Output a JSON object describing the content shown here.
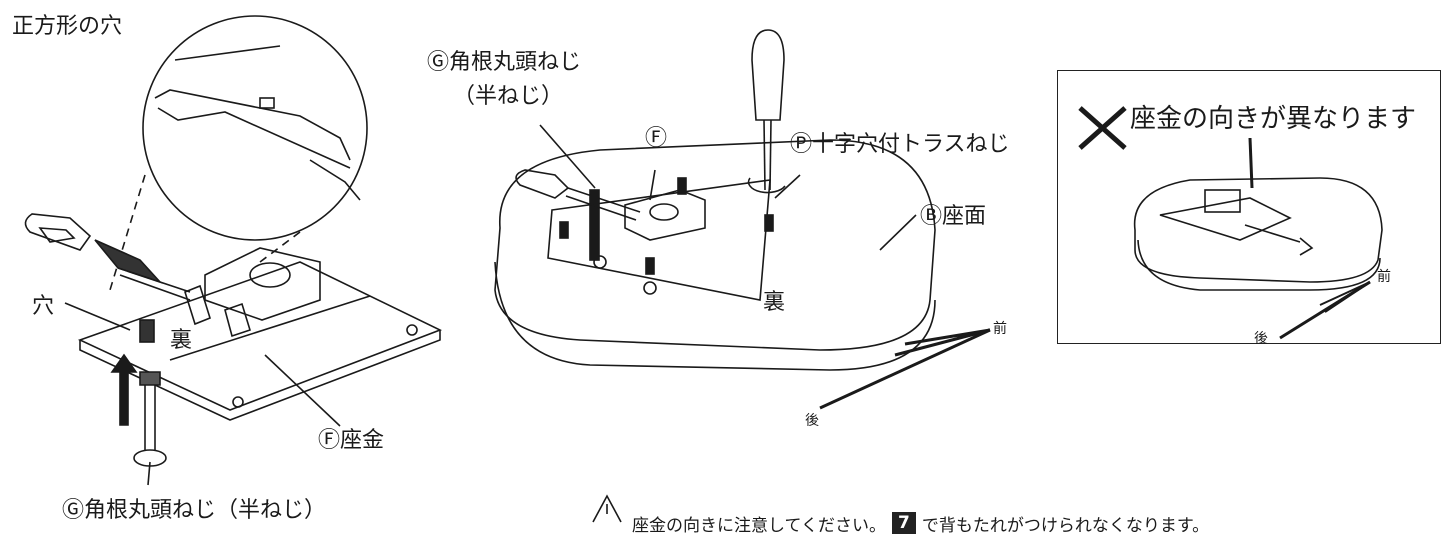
{
  "left": {
    "square_hole": "正方形の穴",
    "hole": "穴",
    "back": "裏",
    "washer": "Ⓕ座金",
    "bolt": "Ⓖ角根丸頭ねじ（半ねじ）"
  },
  "center": {
    "bolt_line1": "Ⓖ角根丸頭ねじ",
    "bolt_line2": "（半ねじ）",
    "washer_tag": "Ⓕ",
    "truss_screw": "Ⓟ十字穴付トラスねじ",
    "seat": "Ⓑ座面",
    "back": "裏",
    "front": "前",
    "rear": "後"
  },
  "panel": {
    "wrong_title": "座金の向きが異なります",
    "front": "前",
    "rear": "後"
  },
  "caution": {
    "before": "座金の向きに注意してください。",
    "step": "7",
    "after": "で背もたれがつけられなくなります。"
  },
  "colors": {
    "line": "#1a1a1a",
    "fill_gray": "#d9d9d9",
    "dark": "#222222"
  }
}
